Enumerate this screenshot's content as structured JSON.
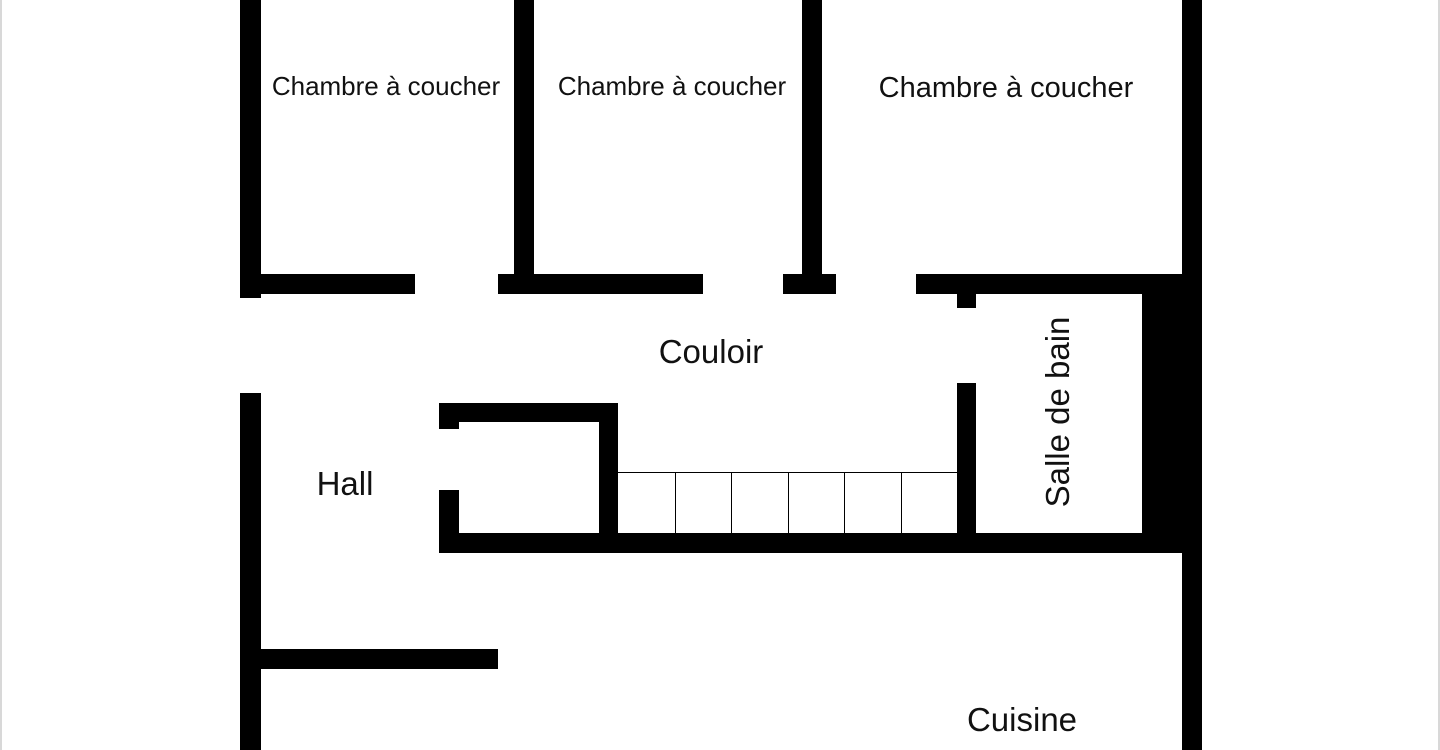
{
  "colors": {
    "background": "#ffffff",
    "walls": "#000000",
    "text": "#111111",
    "frame_border": "#d8d8d8"
  },
  "rooms": {
    "bedroom_1": "Chambre à coucher",
    "bedroom_2": "Chambre à coucher",
    "bedroom_3": "Chambre à coucher",
    "corridor": "Couloir",
    "bathroom": "Salle de bain",
    "hall": "Hall",
    "kitchen": "Cuisine"
  },
  "stairs": {
    "steps": 6
  }
}
